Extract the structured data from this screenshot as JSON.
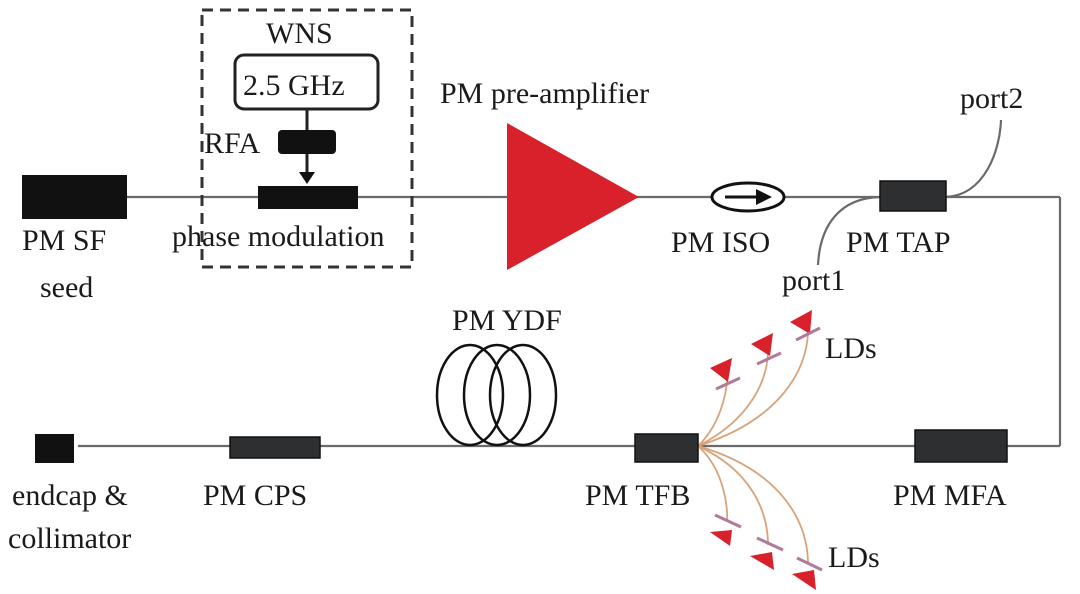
{
  "diagram": {
    "title": "PM fiber amplifier setup",
    "colors": {
      "fiber": "#6a6a6a",
      "component": "#111111",
      "component_dark": "#2e2f31",
      "amplifier": "#d8212a",
      "laser_diode": "#d8212a",
      "pump_fiber": "#d9a37a",
      "dashed_box": "#333333"
    },
    "labels": {
      "seed_line1": "PM SF",
      "seed_line2": "seed",
      "wns": "WNS",
      "rf_source": "2.5 GHz",
      "rfa": "RFA",
      "phase_mod": "phase modulation",
      "preamp": "PM pre-amplifier",
      "iso": "PM ISO",
      "tap": "PM TAP",
      "port1": "port1",
      "port2": "port2",
      "ydf": "PM YDF",
      "lds_top": "LDs",
      "lds_bottom": "LDs",
      "tfb": "PM TFB",
      "mfa": "PM MFA",
      "cps": "PM CPS",
      "endcap_line1": "endcap &",
      "endcap_line2": "collimator"
    },
    "icons": {
      "amplifier": "triangle-amplifier-icon",
      "isolator": "isolator-arrow-icon",
      "fiber_coil": "fiber-coil-icon",
      "laser_diode": "laser-diode-icon"
    }
  }
}
